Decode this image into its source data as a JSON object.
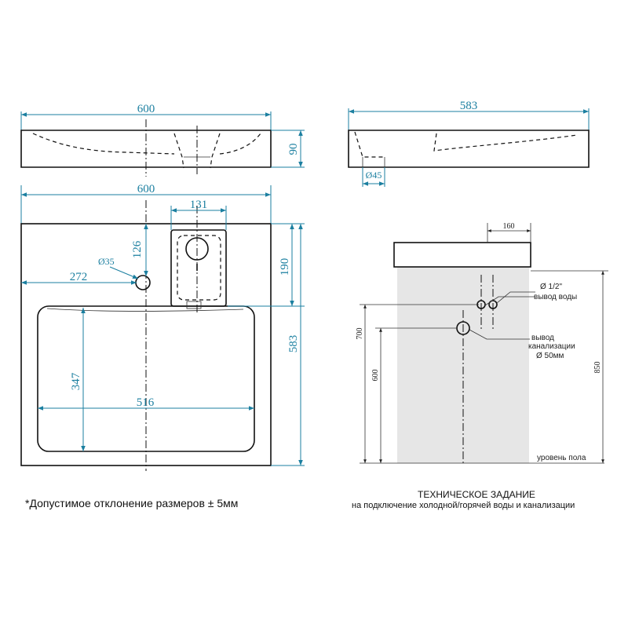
{
  "dims": {
    "front_width": "600",
    "front_height": "90",
    "side_depth": "583",
    "side_hole": "Ø45",
    "top_width": "600",
    "tap_width": "131",
    "tap_offset": "126",
    "hole_label": "Ø35",
    "hole_offset": "272",
    "tap_depth": "190",
    "total_depth": "583",
    "bowl_depth": "347",
    "bowl_width": "516"
  },
  "install": {
    "offset_label": "160",
    "water_label": "Ø 1/2\"",
    "water_text": "вывод воды",
    "drain_line1": "вывод",
    "drain_line2": "канализации",
    "drain_line3": "Ø 50мм",
    "height_700": "700",
    "height_600": "600",
    "height_850": "850",
    "floor": "уровень пола"
  },
  "captions": {
    "tolerance": "*Допустимое отклонение размеров ± 5мм",
    "spec_title": "ТЕХНИЧЕСКОЕ ЗАДАНИЕ",
    "spec_subtitle": "на подключение холодной/горячей воды и канализации"
  },
  "colors": {
    "dimension": "#1b7fa0",
    "outline": "#111111",
    "wall": "#e6e6e6"
  }
}
